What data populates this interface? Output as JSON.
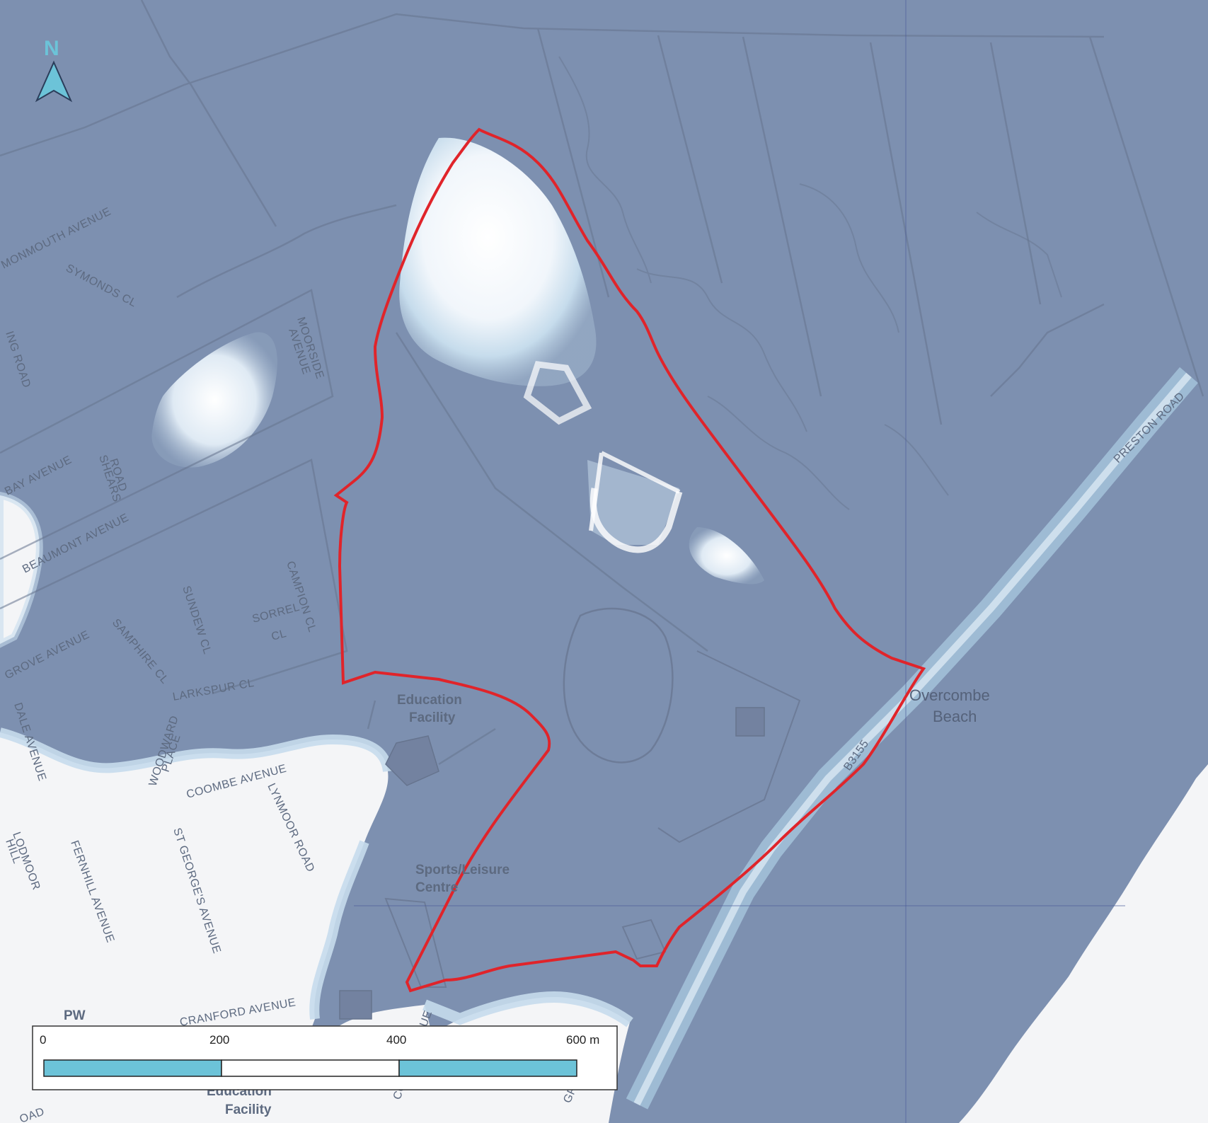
{
  "map": {
    "north_label": "N",
    "place_label_line1": "Overcombe",
    "place_label_line2": "Beach",
    "poi": [
      {
        "line1": "Education",
        "line2": "Facility"
      },
      {
        "line1": "Sports/Leisure",
        "line2": "Centre"
      },
      {
        "line1": "Education",
        "line2": "Facility"
      },
      {
        "line1": "PW",
        "line2": ""
      }
    ],
    "roads": [
      "MONMOUTH AVENUE",
      "SYMONDS CL",
      "ING ROAD",
      "MOORSIDE",
      "AVENUE",
      "BAY AVENUE",
      "SHEARS",
      "ROAD",
      "BEAUMONT AVENUE",
      "CAMPION CL",
      "SUNDEW CL",
      "SORREL",
      "CL",
      "GROVE AVENUE",
      "SAMPHIRE CL",
      "LARKSPUR CL",
      "WOODWARD",
      "PLACE",
      "DALE AVENUE",
      "COOMBE AVENUE",
      "LYNMOOR ROAD",
      "ST GEORGE'S AVENUE",
      "FERNHILL AVENUE",
      "LODMOOR",
      "HILL",
      "CRANFORD AVENUE",
      "PRESTON ROAD",
      "B3155",
      "GREENHILL",
      "COMBE AVENUE",
      "OAD"
    ],
    "colors": {
      "flood_zone": "#7d90b0",
      "land": "#f4f5f7",
      "site_boundary": "#e0242a",
      "scale_fill": "#6cc3d8"
    }
  },
  "scale_bar": {
    "ticks": [
      "0",
      "200",
      "400",
      "600 m"
    ]
  }
}
